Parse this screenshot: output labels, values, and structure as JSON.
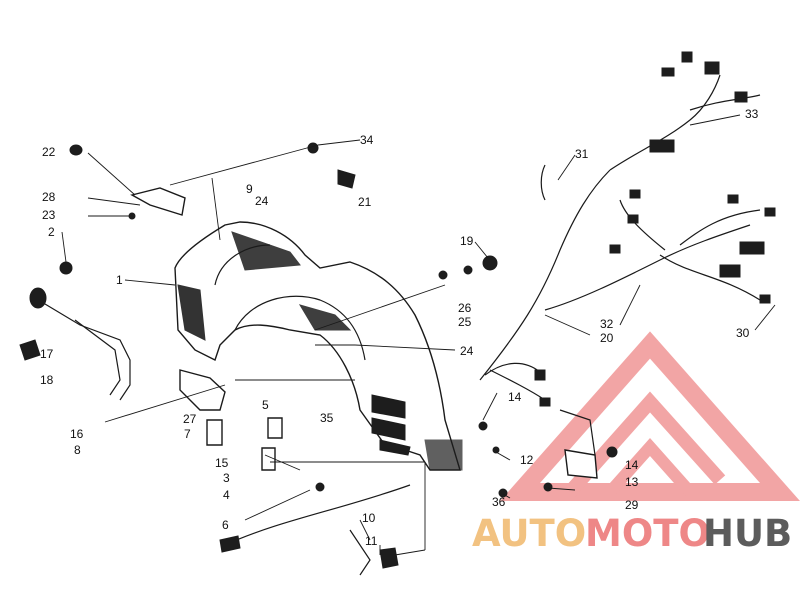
{
  "callouts": [
    {
      "id": "34",
      "text": "34"
    },
    {
      "id": "22",
      "text": "22"
    },
    {
      "id": "28",
      "text": "28"
    },
    {
      "id": "23",
      "text": "23"
    },
    {
      "id": "2",
      "text": "2"
    },
    {
      "id": "9",
      "text": "9"
    },
    {
      "id": "24a",
      "text": "24"
    },
    {
      "id": "21",
      "text": "21"
    },
    {
      "id": "1",
      "text": "1"
    },
    {
      "id": "19",
      "text": "19"
    },
    {
      "id": "17",
      "text": "17"
    },
    {
      "id": "18",
      "text": "18"
    },
    {
      "id": "26",
      "text": "26"
    },
    {
      "id": "25",
      "text": "25"
    },
    {
      "id": "24b",
      "text": "24"
    },
    {
      "id": "16",
      "text": "16"
    },
    {
      "id": "8",
      "text": "8"
    },
    {
      "id": "27",
      "text": "27"
    },
    {
      "id": "7",
      "text": "7"
    },
    {
      "id": "15",
      "text": "15"
    },
    {
      "id": "5",
      "text": "5"
    },
    {
      "id": "3",
      "text": "3"
    },
    {
      "id": "4",
      "text": "4"
    },
    {
      "id": "35",
      "text": "35"
    },
    {
      "id": "14a",
      "text": "14"
    },
    {
      "id": "12",
      "text": "12"
    },
    {
      "id": "14b",
      "text": "14"
    },
    {
      "id": "13",
      "text": "13"
    },
    {
      "id": "36",
      "text": "36"
    },
    {
      "id": "29",
      "text": "29"
    },
    {
      "id": "6",
      "text": "6"
    },
    {
      "id": "10",
      "text": "10"
    },
    {
      "id": "11",
      "text": "11"
    },
    {
      "id": "31",
      "text": "31"
    },
    {
      "id": "33",
      "text": "33"
    },
    {
      "id": "32",
      "text": "32"
    },
    {
      "id": "20",
      "text": "20"
    },
    {
      "id": "30",
      "text": "30"
    }
  ],
  "watermark": {
    "part1": "AUTO",
    "part2": "MOTO",
    "part3": "HUB",
    "color_auto": "#f2c281",
    "color_moto": "#ee8787",
    "color_hub": "#5c5c5c",
    "triangle_color": "#ee8787"
  }
}
